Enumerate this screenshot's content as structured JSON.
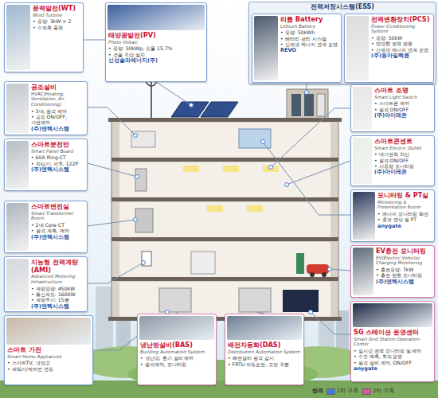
{
  "diagram": {
    "nodes": [
      {
        "text": [
          "풍력발전(WT)",
          "Wind Turbine",
          "• 용량: 3kW × 2",
          "• 수직축 풍력"
        ]
      },
      {
        "text": [
          "태양광발전(PV)",
          "Photo Voltaic",
          "• 용량: 50kWp, 효율 15.7%",
          "• 건물 옥상 설치",
          "신성솔라에너지(주)"
        ]
      },
      {
        "text": [
          "전력저장시스템(ESS)"
        ]
      },
      {
        "text": [
          "리튬 Battery",
          "Lithium Battery",
          "• 용량: 50kWh",
          "• 배터리 관리 시스템",
          "• 신재생 에너지 연계 운영",
          "REVO"
        ],
        "in": 2
      },
      {
        "text": [
          "전력변환장치(PCS)",
          "Power Conditioning System",
          "• 용량: 50kW",
          "• 양방향 전력 변환",
          "• 신재생 에너지 연계 운영",
          "(주)동아일렉콤"
        ],
        "in": 2
      },
      {
        "text": [
          "공조설비",
          "HVAC(Heating, Ventilation, Air Conditioning)",
          "• 3대, 원격 제어",
          "• 공조 ON/OFF, 가변제어",
          "(주)엔텍시스템"
        ]
      },
      {
        "text": [
          "스마트분전반",
          "Smart Panel Board",
          "• 60A Ring-CT",
          "• 차단기: 서호, 122P",
          "(주)엔텍시스템"
        ]
      },
      {
        "text": [
          "스마트변전실",
          "Smart Transformer Room",
          "• 2대 Core CT",
          "• 원격 계측, 제어",
          "(주)엔텍시스템"
        ]
      },
      {
        "text": [
          "지능형 전력계량(AMI)",
          "Advanced Metering Infrastructure",
          "• 계량용량: 450kW",
          "• 통신속도: 1600W",
          "• 계량주기: 15분",
          "(주)엔텍시스템"
        ]
      },
      {
        "text": [
          "스마트 가전",
          "Smart Home Appliances",
          "• 스마트TV, 냉장고",
          "• 세탁기/에어컨 연동"
        ]
      },
      {
        "text": [
          "냉난방설비(BAS)",
          "Building Automation System",
          "• 냉난방, 환기 설비 제어",
          "• 원격제어, 모니터링"
        ]
      },
      {
        "text": [
          "배전자동화(DAS)",
          "Distribution Automation System",
          "• 배전설비 원격 감시",
          "• FRTU 자동운전, 고장 구분"
        ]
      },
      {
        "text": [
          "스마트 조명",
          "Smart Light Switch",
          "• 스마트폰 제어",
          "• 원격 ON/OFF",
          "(주)아이레온"
        ]
      },
      {
        "text": [
          "스마트콘센트",
          "Smart Electric Outlet",
          "• 대기전력 차단",
          "• 원격 ON/OFF",
          "• 사용량 모니터링",
          "(주)아이레온"
        ]
      },
      {
        "text": [
          "모니터링 & PT실",
          "Monitoring & Presentation Room",
          "• 에너지 모니터링 화면",
          "• 홍보 영상 및 PT",
          "anygate"
        ]
      },
      {
        "text": [
          "EV충전 모니터링",
          "EV(Electric Vehicle) Charging Monitoring",
          "• 충전용량: 7kW",
          "• 충전 현황 모니터링",
          "(주)엔텍시스템"
        ]
      },
      {
        "text": [
          "SG 스테이션 운영센터",
          "Smart Grid Station Operation Center",
          "• 실시간 전력 모니터링 및 제어",
          "• 수요 예측, 최적 운영",
          "• 원격 설비 제어, ON/OFF",
          "anygate"
        ]
      }
    ],
    "labels": [
      "범례"
    ],
    "legend": [
      {
        "text": "1차 구축",
        "color": "#3f7fd8"
      },
      {
        "text": "2차 구축",
        "color": "#e0569c"
      }
    ]
  }
}
